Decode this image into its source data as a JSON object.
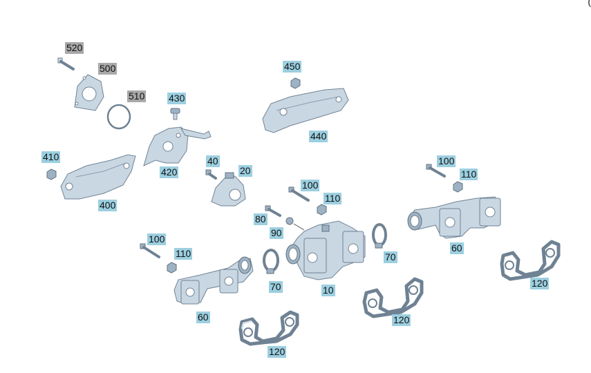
{
  "diagram": {
    "callouts": [
      {
        "id": "c520",
        "label": "520",
        "style": "grey"
      },
      {
        "id": "c500",
        "label": "500",
        "style": "grey"
      },
      {
        "id": "c510",
        "label": "510",
        "style": "grey"
      },
      {
        "id": "c430",
        "label": "430",
        "style": "blue"
      },
      {
        "id": "c450",
        "label": "450",
        "style": "blue"
      },
      {
        "id": "c440",
        "label": "440",
        "style": "blue"
      },
      {
        "id": "c410",
        "label": "410",
        "style": "blue"
      },
      {
        "id": "c420",
        "label": "420",
        "style": "blue"
      },
      {
        "id": "c400",
        "label": "400",
        "style": "blue"
      },
      {
        "id": "c40",
        "label": "40",
        "style": "blue"
      },
      {
        "id": "c20",
        "label": "20",
        "style": "blue"
      },
      {
        "id": "c100a",
        "label": "100",
        "style": "blue"
      },
      {
        "id": "c110a",
        "label": "110",
        "style": "blue"
      },
      {
        "id": "c100b",
        "label": "100",
        "style": "blue"
      },
      {
        "id": "c110b",
        "label": "110",
        "style": "blue"
      },
      {
        "id": "c80",
        "label": "80",
        "style": "blue"
      },
      {
        "id": "c90",
        "label": "90",
        "style": "blue"
      },
      {
        "id": "c70a",
        "label": "70",
        "style": "blue"
      },
      {
        "id": "c60a",
        "label": "60",
        "style": "blue"
      },
      {
        "id": "c100c",
        "label": "100",
        "style": "blue"
      },
      {
        "id": "c110c",
        "label": "110",
        "style": "blue"
      },
      {
        "id": "c70b",
        "label": "70",
        "style": "blue"
      },
      {
        "id": "c10",
        "label": "10",
        "style": "blue"
      },
      {
        "id": "c120a",
        "label": "120",
        "style": "blue"
      },
      {
        "id": "c120b",
        "label": "120",
        "style": "blue"
      },
      {
        "id": "c120c",
        "label": "120",
        "style": "blue"
      },
      {
        "id": "c60b",
        "label": "60",
        "style": "blue"
      }
    ],
    "colors": {
      "part_fill": "#c9d7e3",
      "part_stroke": "#6f8293",
      "callout_blue": "#9ccfe0",
      "callout_grey": "#a9a9a9"
    }
  }
}
